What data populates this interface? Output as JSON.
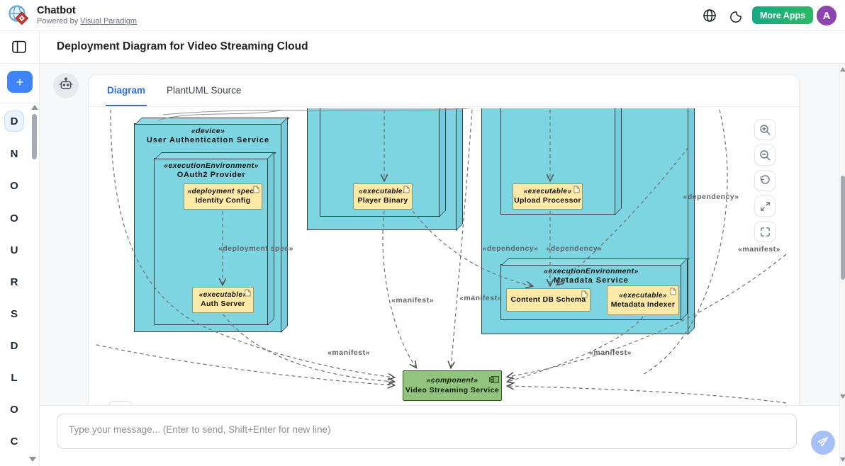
{
  "header": {
    "app_title": "Chatbot",
    "powered_by": "Powered by",
    "powered_by_link": "Visual Paradigm",
    "more_apps_label": "More Apps",
    "avatar_letter": "A"
  },
  "sidebar": {
    "new_chat_label": "+",
    "items": [
      {
        "letter": "D",
        "active": true
      },
      {
        "letter": "N",
        "active": false
      },
      {
        "letter": "O",
        "active": false
      },
      {
        "letter": "O",
        "active": false
      },
      {
        "letter": "U",
        "active": false
      },
      {
        "letter": "R",
        "active": false
      },
      {
        "letter": "S",
        "active": false
      },
      {
        "letter": "D",
        "active": false
      },
      {
        "letter": "L",
        "active": false
      },
      {
        "letter": "O",
        "active": false
      },
      {
        "letter": "C",
        "active": false
      }
    ]
  },
  "page": {
    "title": "Deployment Diagram for Video Streaming Cloud"
  },
  "tabs": [
    {
      "label": "Diagram",
      "active": true
    },
    {
      "label": "PlantUML Source",
      "active": false
    }
  ],
  "chat_input": {
    "placeholder": "Type your message... (Enter to send, Shift+Enter for new line)"
  },
  "diagram": {
    "nodes": {
      "auth_device": {
        "stereotype": "«device»",
        "name": "User Authentication Service"
      },
      "oauth_env": {
        "stereotype": "«executionEnvironment»",
        "name": "OAuth2 Provider"
      },
      "identity_config": {
        "stereotype": "«deployment spec»",
        "name": "Identity Config"
      },
      "auth_server": {
        "stereotype": "«executable»",
        "name": "Auth Server"
      },
      "player_binary": {
        "stereotype": "«executable»",
        "name": "Player Binary"
      },
      "upload_processor": {
        "stereotype": "«executable»",
        "name": "Upload Processor"
      },
      "metadata_env": {
        "stereotype": "«executionEnvironment»",
        "name": "Metadata Service"
      },
      "content_db": {
        "name": "Content DB Schema"
      },
      "metadata_indexer": {
        "stereotype": "«executable»",
        "name": "Metadata Indexer"
      },
      "streaming_component": {
        "stereotype": "«component»",
        "name": "Video Streaming Service"
      }
    },
    "edge_labels": [
      {
        "text": "«deployment spec»"
      },
      {
        "text": "«manifest»"
      },
      {
        "text": "«manifest»"
      },
      {
        "text": "«dependency»"
      },
      {
        "text": "«dependency»"
      },
      {
        "text": "«dependency»"
      },
      {
        "text": "«manifest»"
      },
      {
        "text": "«manifest»"
      },
      {
        "text": "«manifest»"
      }
    ],
    "controls": [
      "zoom-in",
      "zoom-out",
      "reset-view",
      "expand",
      "fullscreen"
    ]
  },
  "icons": {
    "logo": "visual-paradigm-globe-icon",
    "language": "globe-icon",
    "theme": "moon-icon",
    "sidebar": "panel-toggle-icon",
    "assistant": "robot-icon",
    "send": "paper-plane-icon",
    "artifact": "document-icon",
    "component": "component-icon"
  },
  "colors": {
    "accent_blue": "#3F83F8",
    "tab_active": "#2B6BF2",
    "node_fill": "#7ED5E2",
    "node_border": "#3B3B3B",
    "artifact_fill": "#FFE9A6",
    "artifact_border": "#9A9168",
    "component_fill": "#93C47D",
    "component_border": "#34591F",
    "more_apps_gradient_start": "#13A983",
    "more_apps_gradient_end": "#2EB865",
    "avatar_bg": "#8E44AD"
  }
}
